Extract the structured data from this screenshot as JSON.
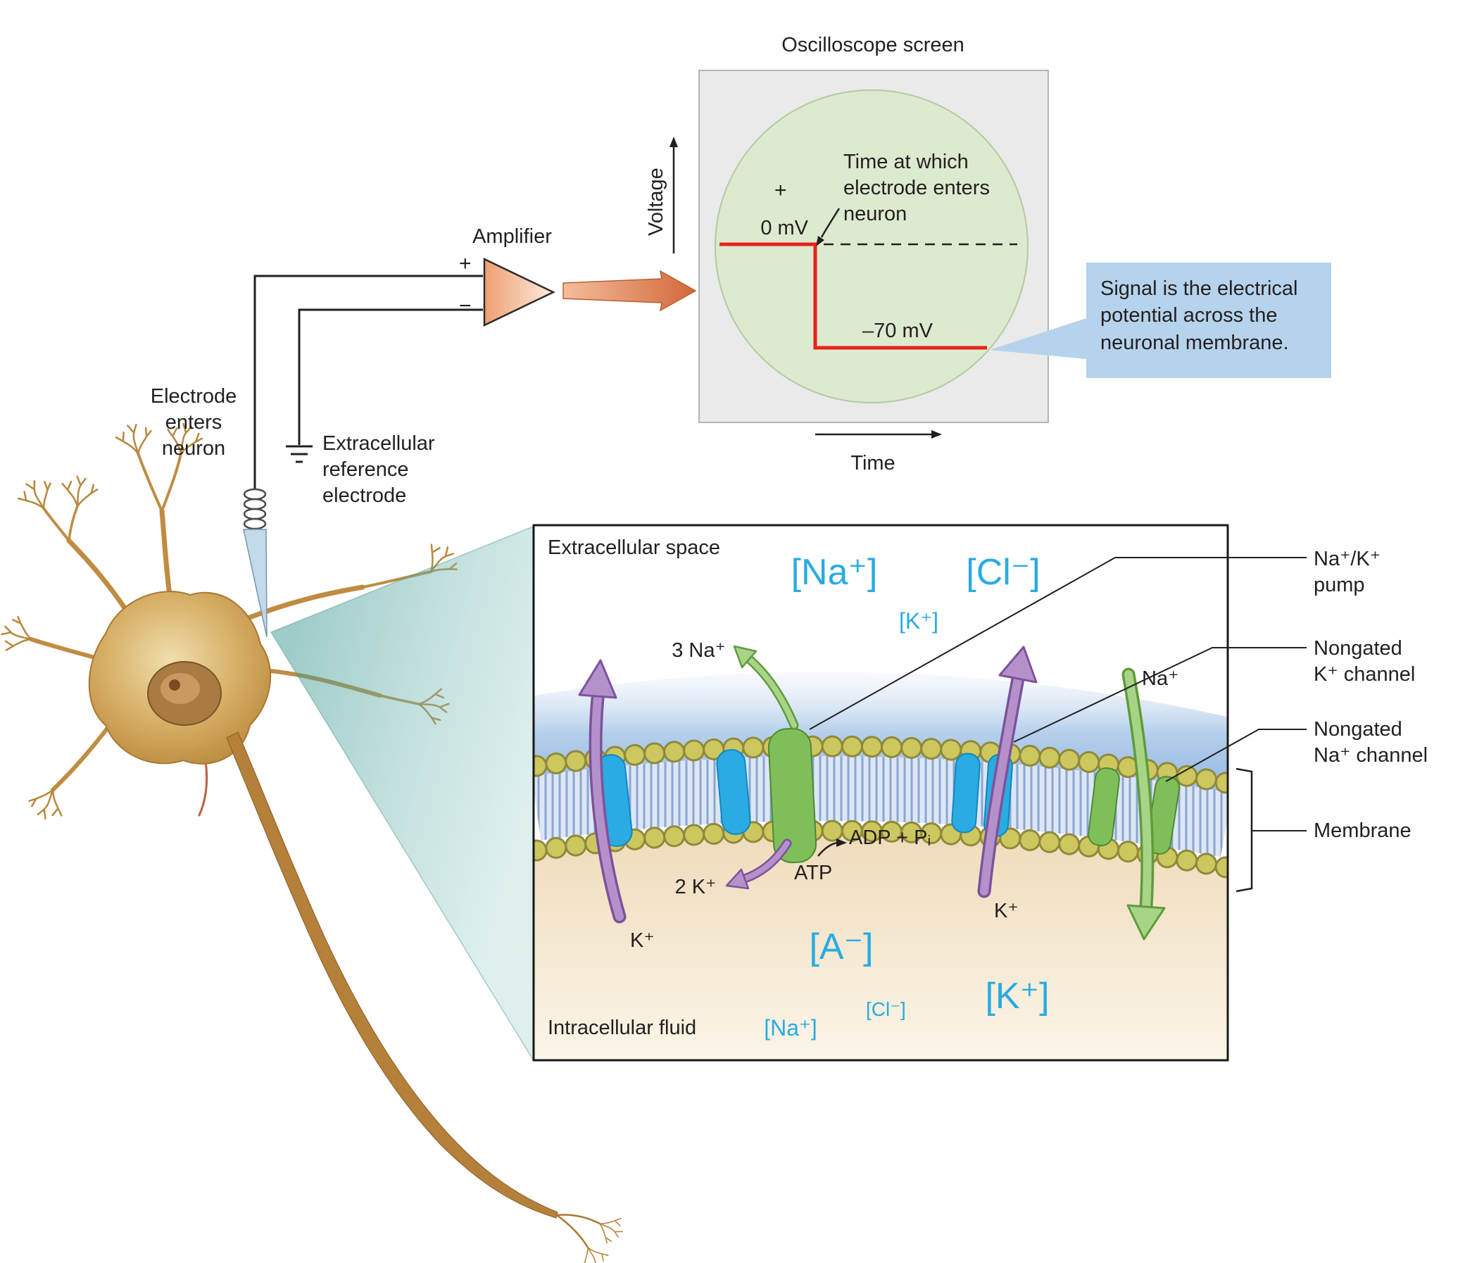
{
  "oscilloscope": {
    "title": "Oscilloscope screen",
    "y_axis": "Voltage",
    "x_axis": "Time",
    "plus": "+",
    "zero_label": "0 mV",
    "minus70_label": "–70 mV",
    "event_note": "Time at which\nelectrode enters\nneuron",
    "callout": "Signal is the electrical\npotential across the\nneuronal membrane."
  },
  "apparatus": {
    "amplifier_label": "Amplifier",
    "input_plus": "+",
    "input_minus": "−",
    "electrode_note": "Electrode\nenters\nneuron",
    "reference_note": "Extracellular\nreference\nelectrode"
  },
  "membrane": {
    "extracellular_label": "Extracellular space",
    "intracellular_label": "Intracellular fluid",
    "ions_extracellular": {
      "na_major": "[Na⁺]",
      "cl_major": "[Cl⁻]",
      "k_minor": "[K⁺]"
    },
    "ions_intracellular": {
      "a_major": "[A⁻]",
      "k_major": "[K⁺]",
      "na_minor": "[Na⁺]",
      "cl_minor": "[Cl⁻]"
    },
    "pump": {
      "na_out": "3 Na⁺",
      "k_in": "2 K⁺",
      "atp": "ATP",
      "adp": "ADP + Pᵢ"
    },
    "k_ion_left": "K⁺",
    "k_ion_right": "K⁺",
    "na_ion_right": "Na⁺",
    "legend": {
      "pump": "Na⁺/K⁺\npump",
      "k_channel": "Nongated\nK⁺ channel",
      "na_channel": "Nongated\nNa⁺ channel",
      "membrane": "Membrane"
    }
  },
  "colors": {
    "ion_text": "#29abe2",
    "trace": "#e8221c",
    "callout_bg": "#b5d3ec",
    "screen": "#dceacf",
    "channel_blue": "#2aabe2",
    "pump_green": "#7fbf5a",
    "arrow_purple": "#b591cc",
    "arrow_green": "#a8d488"
  }
}
